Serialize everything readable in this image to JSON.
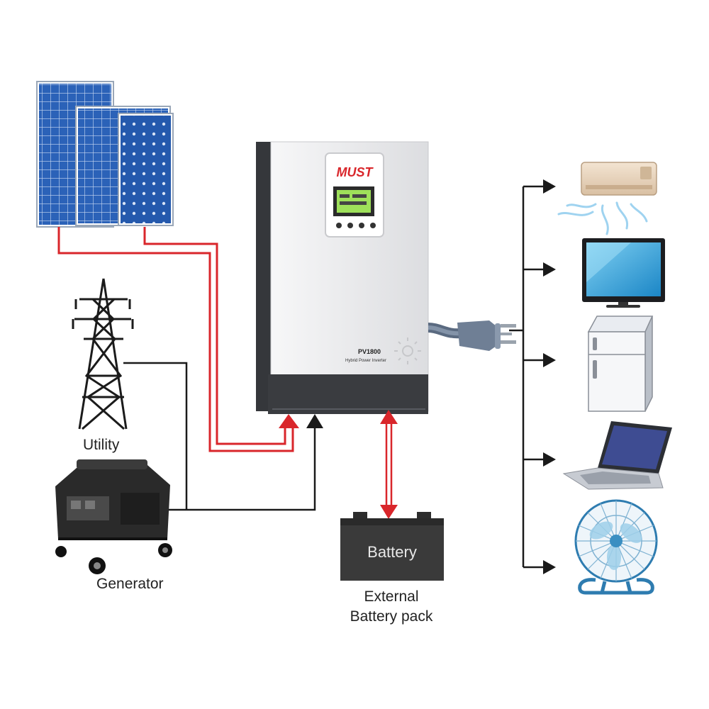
{
  "inverter": {
    "brand": "MUST",
    "model": "PV1800",
    "subtitle": "Hybrid Power Inverter"
  },
  "sources": {
    "utility_label": "Utility",
    "generator_label": "Generator"
  },
  "battery": {
    "label": "Battery",
    "caption_line1": "External",
    "caption_line2": "Battery pack"
  },
  "loads": [
    "air-conditioner",
    "television",
    "refrigerator",
    "laptop",
    "fan"
  ],
  "colors": {
    "dc_line": "#d9262b",
    "ac_line": "#1a1a1a",
    "panel_blue": "#2b62b8",
    "inverter_body": "#e9eaec",
    "inverter_dark": "#3a3c40",
    "battery_body": "#3a3a3a"
  }
}
